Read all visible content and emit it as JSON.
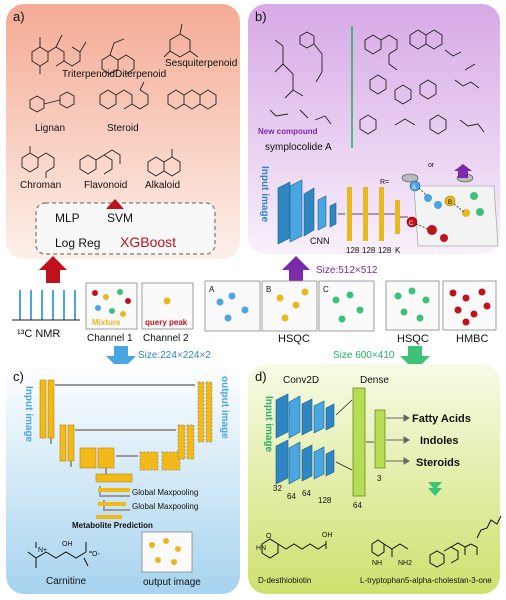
{
  "colors": {
    "panel_a": "#f5b49f",
    "panel_b": "#d9b3e6",
    "panel_c": "#a9d4ef",
    "panel_d": "#cfe06e",
    "red_arrow": "#c0121c",
    "purple_arrow": "#7b2aa8",
    "blue_arrow": "#4aa6e0",
    "green_arrow": "#3ec27a",
    "cnn_blue": "#2f86c0",
    "dense_yellow": "#e8b81f",
    "unet_yellow": "#f2b91a",
    "green_bar": "#b7dc55"
  },
  "panel_a": {
    "letter": "a)",
    "compounds": [
      "Triterpenoid",
      "Diterpenoid",
      "Sesquiterpenoid",
      "Lignan",
      "Steroid",
      "Chroman",
      "Flavonoid",
      "Alkaloid"
    ],
    "models": {
      "mlp": "MLP",
      "svm": "SVM",
      "logreg": "Log Reg",
      "xgboost": "XGBoost"
    }
  },
  "panel_b": {
    "letter": "b)",
    "new_compound": "New compound",
    "compound_name": "symplocolide A",
    "input_label": "Input image",
    "cnn_label": "CNN",
    "dims": [
      "128",
      "128",
      "128",
      "K"
    ],
    "node_letters": [
      "A",
      "B",
      "C"
    ],
    "r_label": "R=",
    "or_label": "or"
  },
  "middle": {
    "size_b": "Size:512×512",
    "size_c": "Size:224×224×2",
    "size_d": "Size 600×410",
    "nmr_label": "¹³C NMR",
    "mixture": "Mixture",
    "query_peak": "query peak",
    "channel1": "Channel 1",
    "channel2": "Channel 2",
    "hsqc_letters": [
      "A",
      "B",
      "C"
    ],
    "hsqc1": "HSQC",
    "hsqc2": "HSQC",
    "hmbc": "HMBC"
  },
  "panel_c": {
    "letter": "c)",
    "input_label": "Input image",
    "output_label": "output image",
    "gmp1": "Global Maxpooling",
    "gmp2": "Global Maxpooling",
    "metabolite": "Metabolite Prediction",
    "carnitine": "Carnitine",
    "output_image": "output image",
    "n_plus": "N+",
    "oh": "OH",
    "o_minus": "O-"
  },
  "panel_d": {
    "letter": "d)",
    "conv2d": "Conv2D",
    "dense": "Dense",
    "input_label": "Input image",
    "dims": [
      "32",
      "64",
      "64",
      "128"
    ],
    "dense_dim": "64",
    "out_dim": "3",
    "classes": [
      "Fatty Acids",
      "Indoles",
      "Steroids"
    ],
    "molecules": [
      "D-desthiobiotin",
      "L-tryptophan",
      "5-alpha-cholestan-3-one"
    ],
    "oh": "OH",
    "o": "O",
    "nh2": "NH2",
    "hn": "HN",
    "nh": "NH"
  }
}
